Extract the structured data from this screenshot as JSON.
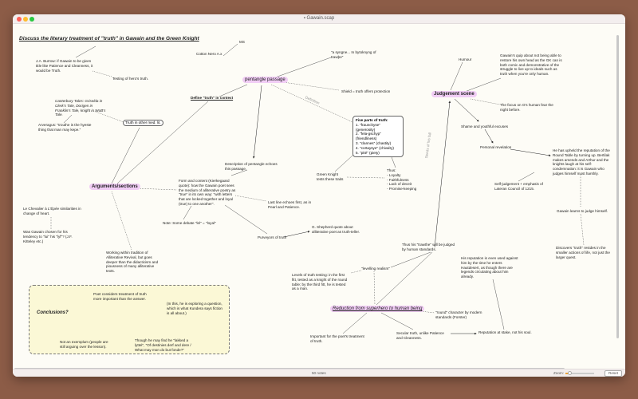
{
  "window": {
    "title": "Gawain.scap"
  },
  "notes": {
    "title": "Discuss the literary treatment of \"truth\" in Gawain and the Green Knight",
    "ms": "MS",
    "cotton": "Cotton Nero A.x",
    "burrow": "J.A. Burrow: if Gawain to be given title like Patience and Cleanness, it would be Truth.",
    "testing": "Testing of hero's truth.",
    "syngne": "\"a syngne... In bytoknyng of trawþe\"",
    "pentangle": "pentangle passage",
    "shield": "Shield = truth offers protection",
    "define": "Define \"truth\" in context",
    "definition_label": "Definition",
    "canterbury": "Canterbury Tales: Griselda in Clerk's Tale, Dorigen in Franklin's Tale, knight in WoB's Tale.",
    "other_med": "Truth in other med. lit.",
    "arveragus": "Arveragus: \"trouthe is the hyeste thing that man may kepe.\"",
    "five_title": "Five parts of truth:",
    "five_items": [
      "1. \"fraunchyse\" (generosity)",
      "2. \"fela-gschyp\" (friendliness)",
      "3. \"clannes\" (chastity)",
      "4. \"cortaysye\" (chivalry)",
      "5. \"pité\" (piety)"
    ],
    "judgement": "Judgement scene",
    "humour": "Humour",
    "quip": "Gawain's quip about not being able to restore his own head as the GK can is both comic and demonstrative of the struggle to live up to ideals such as truth when you're only human.",
    "focus": "The focus on G's human fear the night before.",
    "shame": "Shame and youthful excuses",
    "revelation": "Personal revelation",
    "upheld": "He has upheld the reputation of the Round Table by turning up. Bertilak makes amends and Arthur and the knights laugh at his self-condemnation: it is Gawain who judges himself most harshly.",
    "selfjudge": "Self-judgement + emphasis of Lateran Council of 1215.",
    "learns": "Gawain learns to judge himself.",
    "discovers": "Discovers \"truth\" resides in the smaller actions of life, not just the larger quest.",
    "description": "Description of pentangle echoes this passage.",
    "greenknight": "Green Knight tests these traits",
    "thus": "Thus:",
    "thus_items": [
      "- Loyalty",
      "- Faithfulness",
      "- Lack of deceit",
      "- Promise-keeping"
    ],
    "arguments": "Arguments/sections",
    "form": "Form and content (Kierkegaard quote): how the Gawain poet sees the medium of alliterative poetry as \"true\" in its own way: \"with letters that are locked together and loyal (true) to one another\".",
    "lastline": "Last line echoes first, as in Pearl and Patience.",
    "debate": "Note: Some debate \"lel\" = \"loyal\"",
    "purveyors": "Purveyors of truth",
    "shepherd": "G. Shepherd quote about alliterative poet as truth-teller.",
    "chevalier": "Le Chevalier à L'Épée similarities in change of heart.",
    "chosen": "Was Gawain chosen for his tendency to \"lui\" his \"lyf\"? (J.F. Kitteley etc.)",
    "working": "Working within tradition of Alliterative Revival, but goes deeper than the didacticism and piousness of many alliterative texts.",
    "trawthe": "Thus his \"trawthe\" will be judged by human standards.",
    "levelling": "\"levelling realism\"",
    "levels": "Levels of truth testing: in the first fitt, tested as a knight of the round table; by the third fitt, he is tested as a man.",
    "reputation": "His reputation is even used against him by the time he enters Hautdesert, as though there are legends circulating about him already.",
    "reduction": "Reduction from superhero to human being",
    "round": "\"round\" character by modern standards (Forster)",
    "important": "Important for the poet's treatment of truth.",
    "secular": "Secular truth, unlike Patience and Cleanness.",
    "stake": "Reputation at stake, not his soul.",
    "fall_label": "Seeds of his fall",
    "poet": "Poet considers treatment of truth more important than the answer.",
    "conclusions": "Conclusions?",
    "inthis": "(In this, he is exploring a question, which is what Kundera says fiction is all about.)",
    "exemplum": "Not an exemplum (people are still arguing over the lesson).",
    "though": "Though he may find he \"lakked a lyttel\", \"Of destinies derf and dere / What may mon do but fonde?\""
  },
  "footer": {
    "count": "50 notes",
    "zoom_label": "Zoom:",
    "zoom_value": 0.15,
    "reset": "Reset"
  },
  "colors": {
    "highlight": "#f1cdf5",
    "conclusion_bg": "#fbf8d6",
    "desktop": "#8c5c47"
  }
}
